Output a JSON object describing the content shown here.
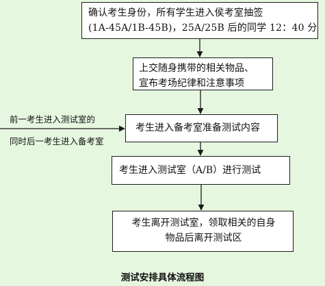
{
  "steps": [
    {
      "lines": [
        "确认考生身份，所有学生进入侯考室抽签",
        "(1A-45A/1B-45B)，25A/25B 后的同学 12：40 分"
      ]
    },
    {
      "lines": [
        "上交随身携带的相关物品、",
        "宣布考场纪律和注意事项"
      ]
    },
    {
      "lines": [
        "考生进入备考室准备测试内容"
      ]
    },
    {
      "lines": [
        "考生进入测试室（A/B）进行测试"
      ]
    },
    {
      "lines": [
        "考生离开测试室，领取相关的自身",
        "物品后离开测试区"
      ]
    }
  ],
  "side_note": {
    "line1": "前一考生进入测试室的",
    "line2": "同时后一考生进入备考室"
  },
  "caption": "测试安排具体流程图",
  "colors": {
    "background": "#e6f7e0",
    "box_fill": "#ffffff",
    "stroke": "#1a1a1a"
  }
}
